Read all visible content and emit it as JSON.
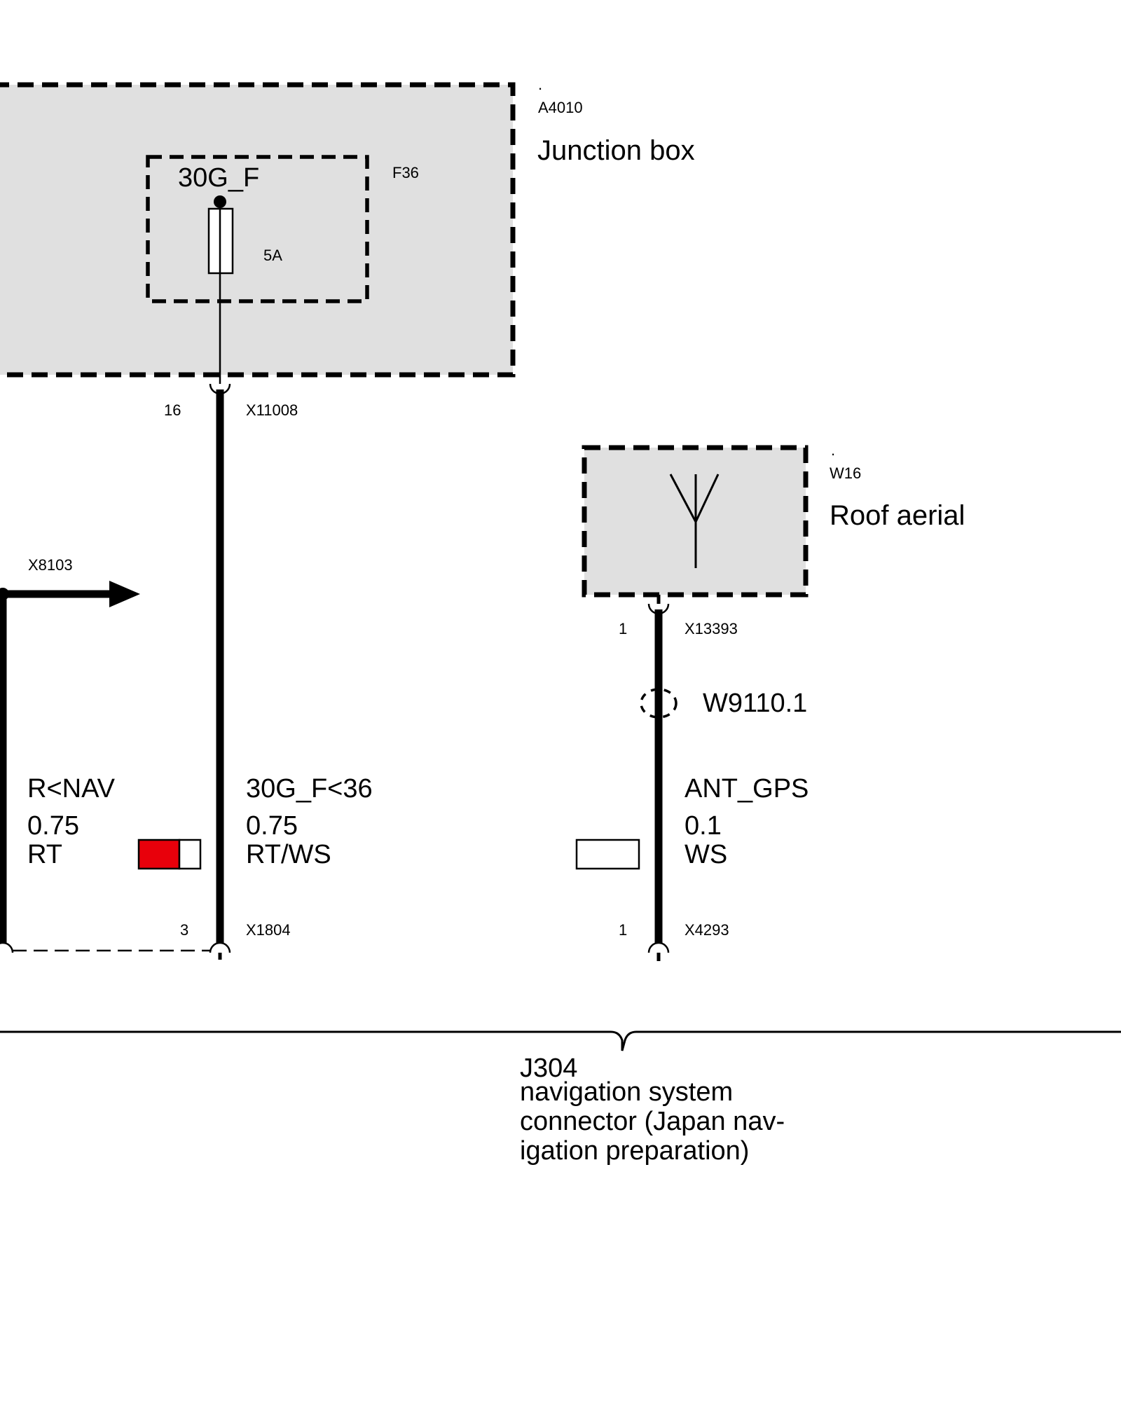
{
  "junction_box": {
    "dot": ".",
    "id": "A4010",
    "name": "Junction box",
    "fuse_id": "F36",
    "fuse_terminal": "30G_F",
    "fuse_rating": "5A"
  },
  "roof_aerial": {
    "dot": ".",
    "id": "W16",
    "name": "Roof aerial"
  },
  "connectors": {
    "x11008_pin": "16",
    "x11008": "X11008",
    "x8103": "X8103",
    "x13393_pin": "1",
    "x13393": "X13393",
    "w9110": "W9110.1",
    "x1804_pin": "3",
    "x1804": "X1804",
    "x4293_pin": "1",
    "x4293": "X4293"
  },
  "wires": {
    "left": {
      "signal": "R<NAV",
      "size": "0.75",
      "color": "RT"
    },
    "middle": {
      "signal": "30G_F<36",
      "size": "0.75",
      "color": "RT/WS"
    },
    "right": {
      "signal": "ANT_GPS",
      "size": "0.1",
      "color": "WS"
    }
  },
  "colors": {
    "red": "#e8000b",
    "white": "#ffffff",
    "box_fill": "#e0e0e0"
  },
  "connector_group": {
    "id": "J304",
    "line1": "navigation system",
    "line2": "connector (Japan nav-",
    "line3": "igation preparation)"
  }
}
